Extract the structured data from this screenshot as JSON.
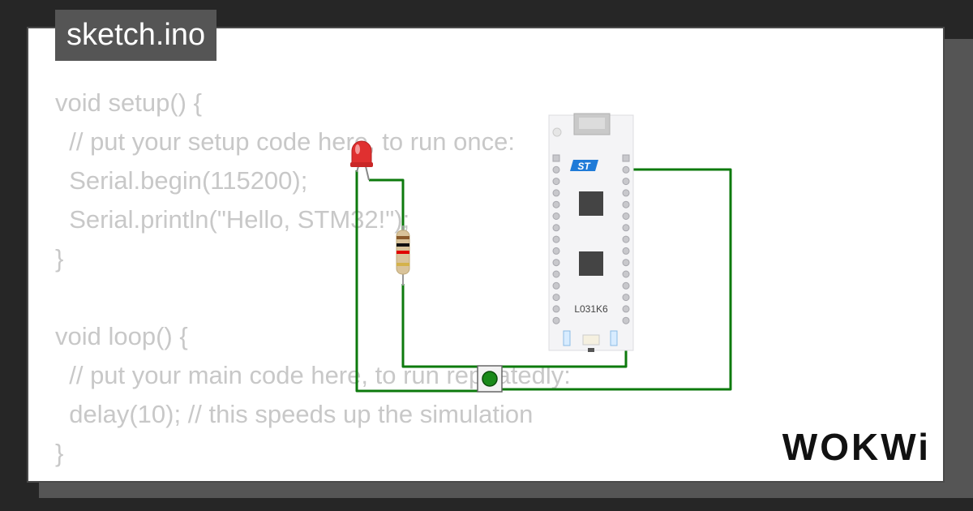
{
  "editor": {
    "file_tab": "sketch.ino",
    "code_lines": [
      "void setup() {",
      "  // put your setup code here, to run once:",
      "  Serial.begin(115200);",
      "  Serial.println(\"Hello, STM32!\");",
      "}",
      "",
      "void loop() {",
      "  // put your main code here, to run repeatedly:",
      "  delay(10); // this speeds up the simulation",
      "}"
    ]
  },
  "board": {
    "label": "L031K6",
    "brand": "ST"
  },
  "brand": {
    "logo": "WOKWi"
  },
  "colors": {
    "wire": "#0d7a0d",
    "led": "#e03030",
    "button": "#1a8a1a",
    "code_text": "#c8c8c8"
  }
}
